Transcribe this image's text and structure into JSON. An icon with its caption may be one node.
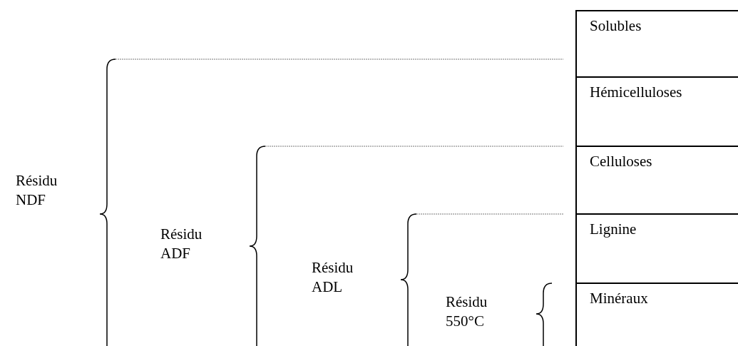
{
  "diagram": {
    "nodes": [
      {
        "text": [
          "Solubles"
        ]
      },
      {
        "text": [
          "Hémicelluloses"
        ]
      },
      {
        "text": [
          "Celluloses"
        ]
      },
      {
        "text": [
          "Lignine"
        ]
      },
      {
        "text": [
          "Minéraux"
        ]
      }
    ],
    "labels": [
      "Résidu NDF",
      "Résidu ADF",
      "Résidu ADL",
      "Résidu 550°C"
    ]
  }
}
